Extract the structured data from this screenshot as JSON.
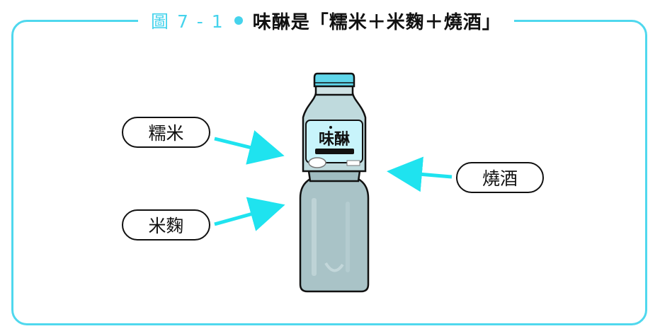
{
  "figure": {
    "number": "圖 7 - 1",
    "title": "味醂是「糯米＋米麴＋燒酒」"
  },
  "bottle": {
    "label_text": "味醂"
  },
  "ingredients": [
    {
      "label": "糯米"
    },
    {
      "label": "米麴"
    },
    {
      "label": "燒酒"
    }
  ],
  "colors": {
    "accent": "#4fd8ee",
    "cap": "#5fd6ea",
    "bottle_body": "#aac4c8",
    "label_bg": "#c8f4fb"
  }
}
